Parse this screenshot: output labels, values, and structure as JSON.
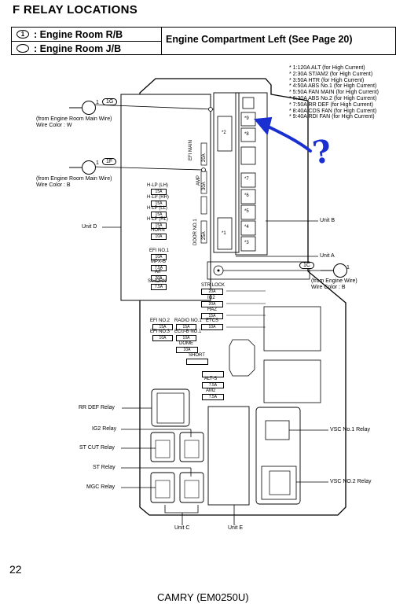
{
  "page_title": "F  RELAY LOCATIONS",
  "header": {
    "row1_symbol": "1",
    "row1_label": ": Engine Room R/B",
    "row2_label": ": Engine Room J/B",
    "right_label": "Engine Compartment Left (See Page 20)"
  },
  "legend": [
    "* 1:120A ALT (for High Current)",
    "* 2:30A ST/AM2 (for High Current)",
    "* 3:50A HTR (for High Current)",
    "* 4:50A ABS No.1 (for High Current)",
    "* 5:50A FAN MAIN (for High Current)",
    "* 6:30A ABS No.2 (for High Current)",
    "* 7:50A RR DEF (for High Current)",
    "* 8:40A CDS FAN (for High Current)",
    "* 9:40A RDI FAN (for High Current)"
  ],
  "connectors": {
    "c1g": "1G",
    "c1f": "1F",
    "c1c": "1C",
    "pin": "1",
    "c1g_note": "(from Engine Room Main Wire)\nWire Color : W",
    "c1f_note": "(from Engine Room Main Wire)\nWire Color : B",
    "c1c_note": "(from Engine Wire)\nWire Color : B"
  },
  "units": {
    "unit_d": "Unit D",
    "unit_b": "Unit B",
    "unit_a": "Unit A",
    "unit_c": "Unit C",
    "unit_e": "Unit E"
  },
  "unit_d_fuses": [
    {
      "name": "H-LP (LH)",
      "value": "15A"
    },
    {
      "name": "H-LP (RH)",
      "value": "15A"
    },
    {
      "name": "H-LP (LL)",
      "value": "15A"
    },
    {
      "name": "H-LP (RL)",
      "value": "15A"
    },
    {
      "name": "HORN",
      "value": "10A"
    },
    {
      "name": "EFI NO.1",
      "value": "10A"
    },
    {
      "name": "MPX-B",
      "value": "7.5A"
    },
    {
      "name": "A/F",
      "value": "20A"
    },
    {
      "name": "S-HORN",
      "value": "7.5A"
    }
  ],
  "vertical_labels": {
    "efi_main": "EFI MAIN",
    "amp": "AMP",
    "door": "DOOR NO.1",
    "v1": "20A",
    "v2": "30A",
    "v3": "25A"
  },
  "unit_b_slots": [
    "*9",
    "*8",
    "*7",
    "*6",
    "*5",
    "*4",
    "*3"
  ],
  "unit_a_slots": [
    "*2",
    "*1"
  ],
  "center_fuses": [
    {
      "name": "STR LOCK",
      "value": "20A"
    },
    {
      "name": "IG2",
      "value": "20A"
    },
    {
      "name": "HAZ",
      "value": "15A"
    },
    {
      "name": "ETCS",
      "value": "10A"
    },
    {
      "name": "EFI NO.2",
      "value": "15A"
    },
    {
      "name": "RADIO NO.1",
      "value": "15A"
    },
    {
      "name": "EFI NO.3",
      "value": "10A"
    },
    {
      "name": "ECU-B NO.1",
      "value": "10A"
    },
    {
      "name": "DOME",
      "value": "10A"
    },
    {
      "name": "SHORT",
      "value": ""
    },
    {
      "name": "ALT-S",
      "value": "7.5A"
    },
    {
      "name": "AM2",
      "value": "7.5A"
    }
  ],
  "relays": {
    "rr_def": "RR DEF Relay",
    "ig2": "IG2 Relay",
    "st_cut": "ST CUT Relay",
    "st": "ST Relay",
    "mgc": "MGC Relay",
    "vsc1": "VSC No.1 Relay",
    "vsc2": "VSC NO.2 Relay"
  },
  "annotation": "?",
  "page_number": "22",
  "footer": "CAMRY (EM0250U)"
}
